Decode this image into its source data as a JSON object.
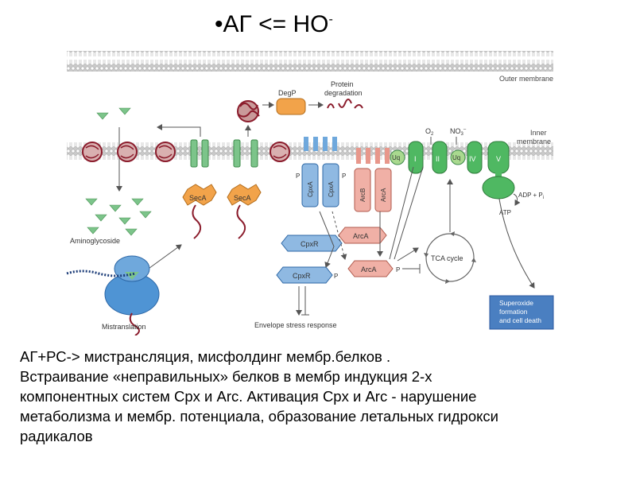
{
  "slide": {
    "title_main": "•АГ <=  НО",
    "title_sup": "-",
    "caption_lines": [
      "АГ+РС-> мистрансляция, мисфолдинг мембр.белков .",
      "Встраивание «неправильных» белков в мембр  индукция 2-х",
      "компонентных систем  Cpx и Arc. Активация Cpx и Arc  - нарушение",
      "метаболизма и мембр.  потенциала, образование летальных гидрокси",
      "радикалов"
    ]
  },
  "diagram": {
    "outer_membrane": "Outer membrane",
    "inner_membrane_1": "Inner",
    "inner_membrane_2": "membrane",
    "degp": "DegP",
    "protein_degradation_1": "Protein",
    "protein_degradation_2": "degradation",
    "aminoglycoside": "Aminoglycoside",
    "mistranslation": "Mistranslation",
    "seca_1": "SecA",
    "seca_2": "SecA",
    "cpxa_1": "CpxA",
    "cpxa_2": "CpxA",
    "arcb": "ArcB",
    "arca_membrane": "ArcA",
    "cpxr_1": "CpxR",
    "cpxr_2": "CpxR",
    "arca_1": "ArcA",
    "arca_2": "ArcA",
    "phos": "P",
    "uq_1": "Uq",
    "uq_2": "Uq",
    "complex_1": "I",
    "complex_2": "II",
    "complex_4": "IV",
    "complex_5": "V",
    "o2": "O",
    "o2_sub": "2",
    "no3": "NO",
    "no3_sub": "3",
    "no3_sup": "–",
    "adp": "ADP + P",
    "adp_sub": "i",
    "atp": "ATP",
    "tca": "TCA cycle",
    "envelope": "Envelope stress response",
    "superoxide_1": "Superoxide",
    "superoxide_2": "formation",
    "superoxide_3": "and cell death",
    "colors": {
      "green": "#6bbf72",
      "blue": "#6fa8dc",
      "salmon": "#e8978b",
      "orange": "#f2a34a",
      "maroon": "#8b1c2c",
      "navy": "#1f3f7a"
    }
  }
}
